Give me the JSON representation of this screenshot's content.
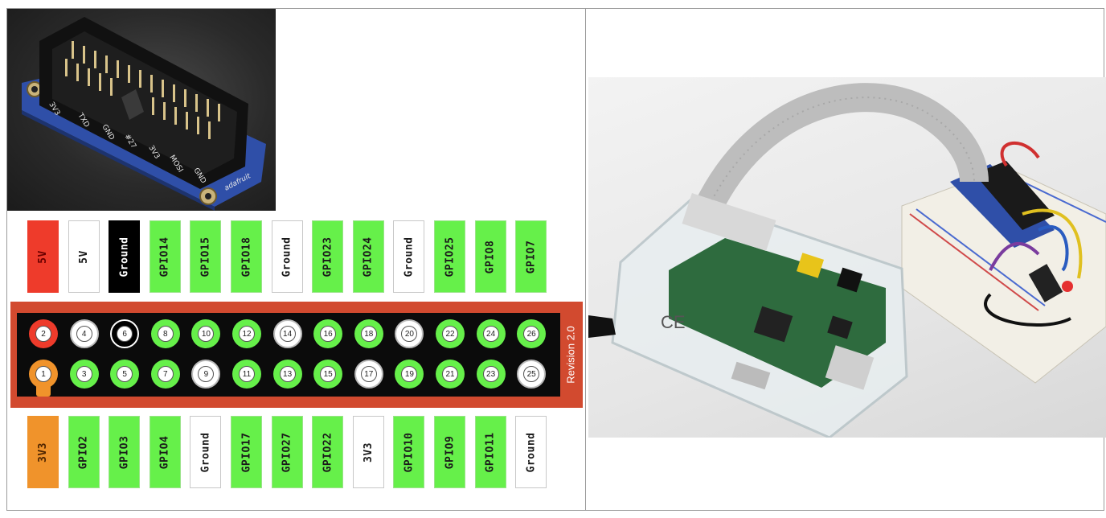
{
  "photo_header": {
    "silkscreen": [
      "3V3",
      "TXD",
      "GND",
      "#27",
      "3V3",
      "MOSI",
      "GND",
      "adafruit"
    ]
  },
  "top_labels": [
    {
      "text": "5V",
      "color": "red"
    },
    {
      "text": "5V",
      "color": "white"
    },
    {
      "text": "Ground",
      "color": "black"
    },
    {
      "text": "GPIO14",
      "color": "green"
    },
    {
      "text": "GPIO15",
      "color": "green"
    },
    {
      "text": "GPIO18",
      "color": "green"
    },
    {
      "text": "Ground",
      "color": "white"
    },
    {
      "text": "GPIO23",
      "color": "green"
    },
    {
      "text": "GPIO24",
      "color": "green"
    },
    {
      "text": "Ground",
      "color": "white"
    },
    {
      "text": "GPIO25",
      "color": "green"
    },
    {
      "text": "GPIO8",
      "color": "green"
    },
    {
      "text": "GPIO7",
      "color": "green"
    }
  ],
  "even_pins": [
    {
      "num": "2",
      "color": "red"
    },
    {
      "num": "4",
      "color": "white"
    },
    {
      "num": "6",
      "color": "black"
    },
    {
      "num": "8",
      "color": "green"
    },
    {
      "num": "10",
      "color": "green"
    },
    {
      "num": "12",
      "color": "green"
    },
    {
      "num": "14",
      "color": "white"
    },
    {
      "num": "16",
      "color": "green"
    },
    {
      "num": "18",
      "color": "green"
    },
    {
      "num": "20",
      "color": "white"
    },
    {
      "num": "22",
      "color": "green"
    },
    {
      "num": "24",
      "color": "green"
    },
    {
      "num": "26",
      "color": "green"
    }
  ],
  "odd_pins": [
    {
      "num": "1",
      "color": "orange"
    },
    {
      "num": "3",
      "color": "green"
    },
    {
      "num": "5",
      "color": "green"
    },
    {
      "num": "7",
      "color": "green"
    },
    {
      "num": "9",
      "color": "white"
    },
    {
      "num": "11",
      "color": "green"
    },
    {
      "num": "13",
      "color": "green"
    },
    {
      "num": "15",
      "color": "green"
    },
    {
      "num": "17",
      "color": "white"
    },
    {
      "num": "19",
      "color": "green"
    },
    {
      "num": "21",
      "color": "green"
    },
    {
      "num": "23",
      "color": "green"
    },
    {
      "num": "25",
      "color": "white"
    }
  ],
  "bottom_labels": [
    {
      "text": "3V3",
      "color": "orange"
    },
    {
      "text": "GPIO2",
      "color": "green"
    },
    {
      "text": "GPIO3",
      "color": "green"
    },
    {
      "text": "GPIO4",
      "color": "green"
    },
    {
      "text": "Ground",
      "color": "white"
    },
    {
      "text": "GPIO17",
      "color": "green"
    },
    {
      "text": "GPIO27",
      "color": "green"
    },
    {
      "text": "GPIO22",
      "color": "green"
    },
    {
      "text": "3V3",
      "color": "white"
    },
    {
      "text": "GPIO10",
      "color": "green"
    },
    {
      "text": "GPIO9",
      "color": "green"
    },
    {
      "text": "GPIO11",
      "color": "green"
    },
    {
      "text": "Ground",
      "color": "white"
    }
  ],
  "board": {
    "revision": "Revision 2.0"
  },
  "colors": {
    "green": "#66f04a",
    "red": "#ee3b2b",
    "orange": "#f0932b",
    "black": "#000000",
    "white": "#ffffff",
    "board": "#d24a2f"
  },
  "photo_setup": {
    "case_marking": "CE"
  }
}
